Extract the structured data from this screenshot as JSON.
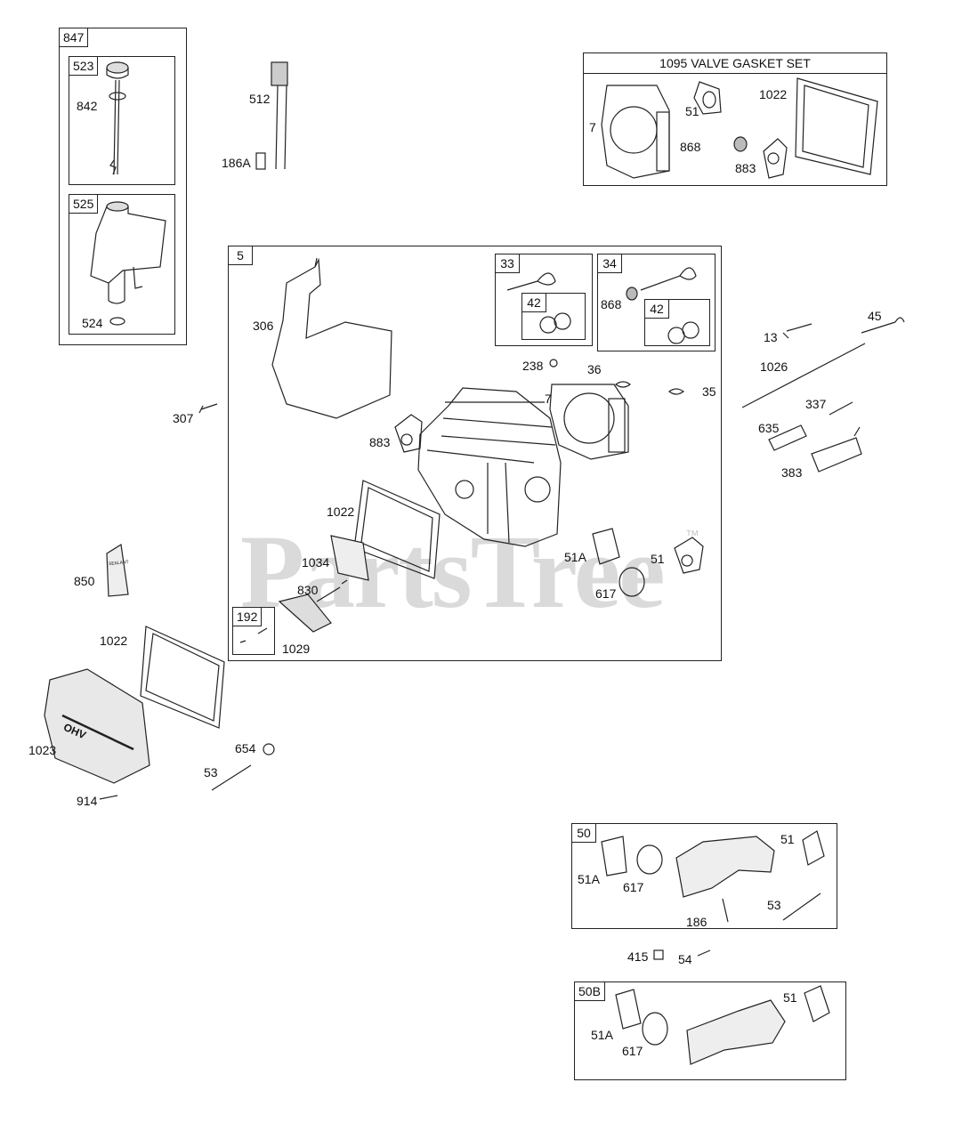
{
  "watermark": {
    "text": "PartsTree",
    "trademark": "™"
  },
  "groups": {
    "g847": "847",
    "g523": "523",
    "g525": "525",
    "g5": "5",
    "g33": "33",
    "g34": "34",
    "g42a": "42",
    "g42b": "42",
    "g192": "192",
    "g50": "50",
    "g50b": "50B"
  },
  "gasket_set_title": "1095 VALVE GASKET SET",
  "labels": {
    "l842": "842",
    "l524": "524",
    "l512": "512",
    "l186a": "186A",
    "gs7": "7",
    "gs51": "51",
    "gs1022": "1022",
    "gs868": "868",
    "gs883": "883",
    "l306": "306",
    "l307": "307",
    "l238": "238",
    "l36": "36",
    "l7": "7",
    "l35": "35",
    "l868b": "868",
    "l883b": "883",
    "l1022b": "1022",
    "l1034": "1034",
    "l830": "830",
    "l1029": "1029",
    "l51a": "51A",
    "l617": "617",
    "l51b": "51",
    "l13": "13",
    "l45": "45",
    "l1026": "1026",
    "l337": "337",
    "l635": "635",
    "l383": "383",
    "l850": "850",
    "l1022c": "1022",
    "l1023": "1023",
    "l654": "654",
    "l53": "53",
    "l914": "914",
    "i51a": "51A",
    "i617": "617",
    "i51": "51",
    "i186": "186",
    "i53": "53",
    "l415": "415",
    "l54": "54",
    "j51a": "51A",
    "j617": "617",
    "j51": "51"
  },
  "part_text": {
    "ohv": "OHV",
    "tube": "SEALANT"
  }
}
